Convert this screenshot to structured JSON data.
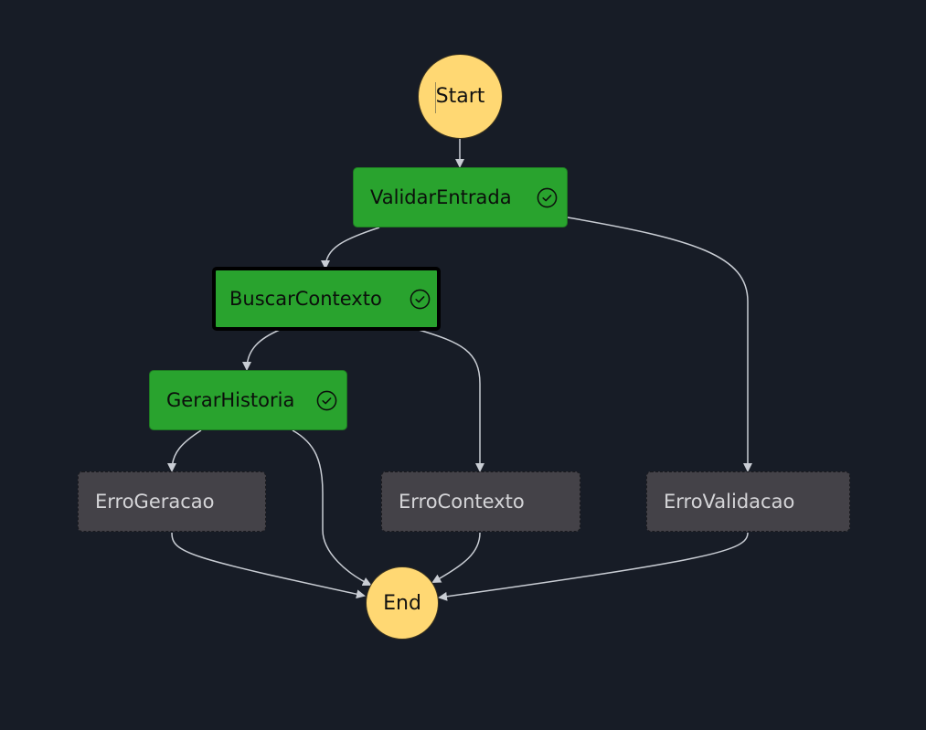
{
  "diagram": {
    "start_label": "Start",
    "end_label": "End",
    "states": {
      "validar_entrada": {
        "label": "ValidarEntrada",
        "status": "succeeded"
      },
      "buscar_contexto": {
        "label": "BuscarContexto",
        "status": "succeeded",
        "selected": true
      },
      "gerar_historia": {
        "label": "GerarHistoria",
        "status": "succeeded"
      },
      "erro_geracao": {
        "label": "ErroGeracao",
        "status": "not-run"
      },
      "erro_contexto": {
        "label": "ErroContexto",
        "status": "not-run"
      },
      "erro_validacao": {
        "label": "ErroValidacao",
        "status": "not-run"
      }
    },
    "transitions": [
      {
        "from": "Start",
        "to": "ValidarEntrada"
      },
      {
        "from": "ValidarEntrada",
        "to": "BuscarContexto"
      },
      {
        "from": "ValidarEntrada",
        "to": "ErroValidacao"
      },
      {
        "from": "BuscarContexto",
        "to": "GerarHistoria"
      },
      {
        "from": "BuscarContexto",
        "to": "ErroContexto"
      },
      {
        "from": "GerarHistoria",
        "to": "ErroGeracao"
      },
      {
        "from": "GerarHistoria",
        "to": "End"
      },
      {
        "from": "ErroGeracao",
        "to": "End"
      },
      {
        "from": "ErroContexto",
        "to": "End"
      },
      {
        "from": "ErroValidacao",
        "to": "End"
      }
    ],
    "icons": {
      "success": "check-circle-icon"
    },
    "colors": {
      "background": "#171c26",
      "terminal": "#ffd873",
      "succeeded": "#29a32e",
      "not_run": "#444248",
      "edge": "#c9cdd4",
      "selected_border": "#000000"
    }
  }
}
